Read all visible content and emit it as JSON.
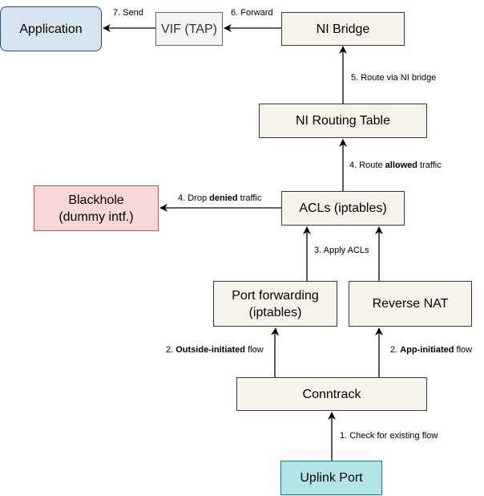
{
  "nodes": {
    "application": "Application",
    "vif": "VIF (TAP)",
    "ni_bridge": "NI Bridge",
    "ni_routing_table": "NI Routing Table",
    "acls": "ACLs (iptables)",
    "blackhole_line1": "Blackhole",
    "blackhole_line2": "(dummy intf.)",
    "port_forwarding_line1": "Port forwarding",
    "port_forwarding_line2": "(iptables)",
    "reverse_nat": "Reverse NAT",
    "conntrack": "Conntrack",
    "uplink_port": "Uplink Port"
  },
  "edges": {
    "e1": "1. Check for existing flow",
    "e2a_pre": "2. ",
    "e2a_bold": "Outside-initiated",
    "e2a_post": " flow",
    "e2b_pre": "2. ",
    "e2b_bold": "App-initiated",
    "e2b_post": " flow",
    "e3": "3. Apply ACLs",
    "e4a_pre": "4. Drop ",
    "e4a_bold": "denied",
    "e4a_post": " traffic",
    "e4b_pre": "4. Route ",
    "e4b_bold": "allowed",
    "e4b_post": " traffic",
    "e5": "5. Route via NI bridge",
    "e6": "6. Forward",
    "e7": "7. Send"
  },
  "colors": {
    "default_fill": "#f5f3ea",
    "application_fill": "#d6e4f0",
    "vif_fill": "#f5f5f5",
    "blackhole_fill": "#f8d7d7",
    "uplink_fill": "#b2e5e6"
  }
}
